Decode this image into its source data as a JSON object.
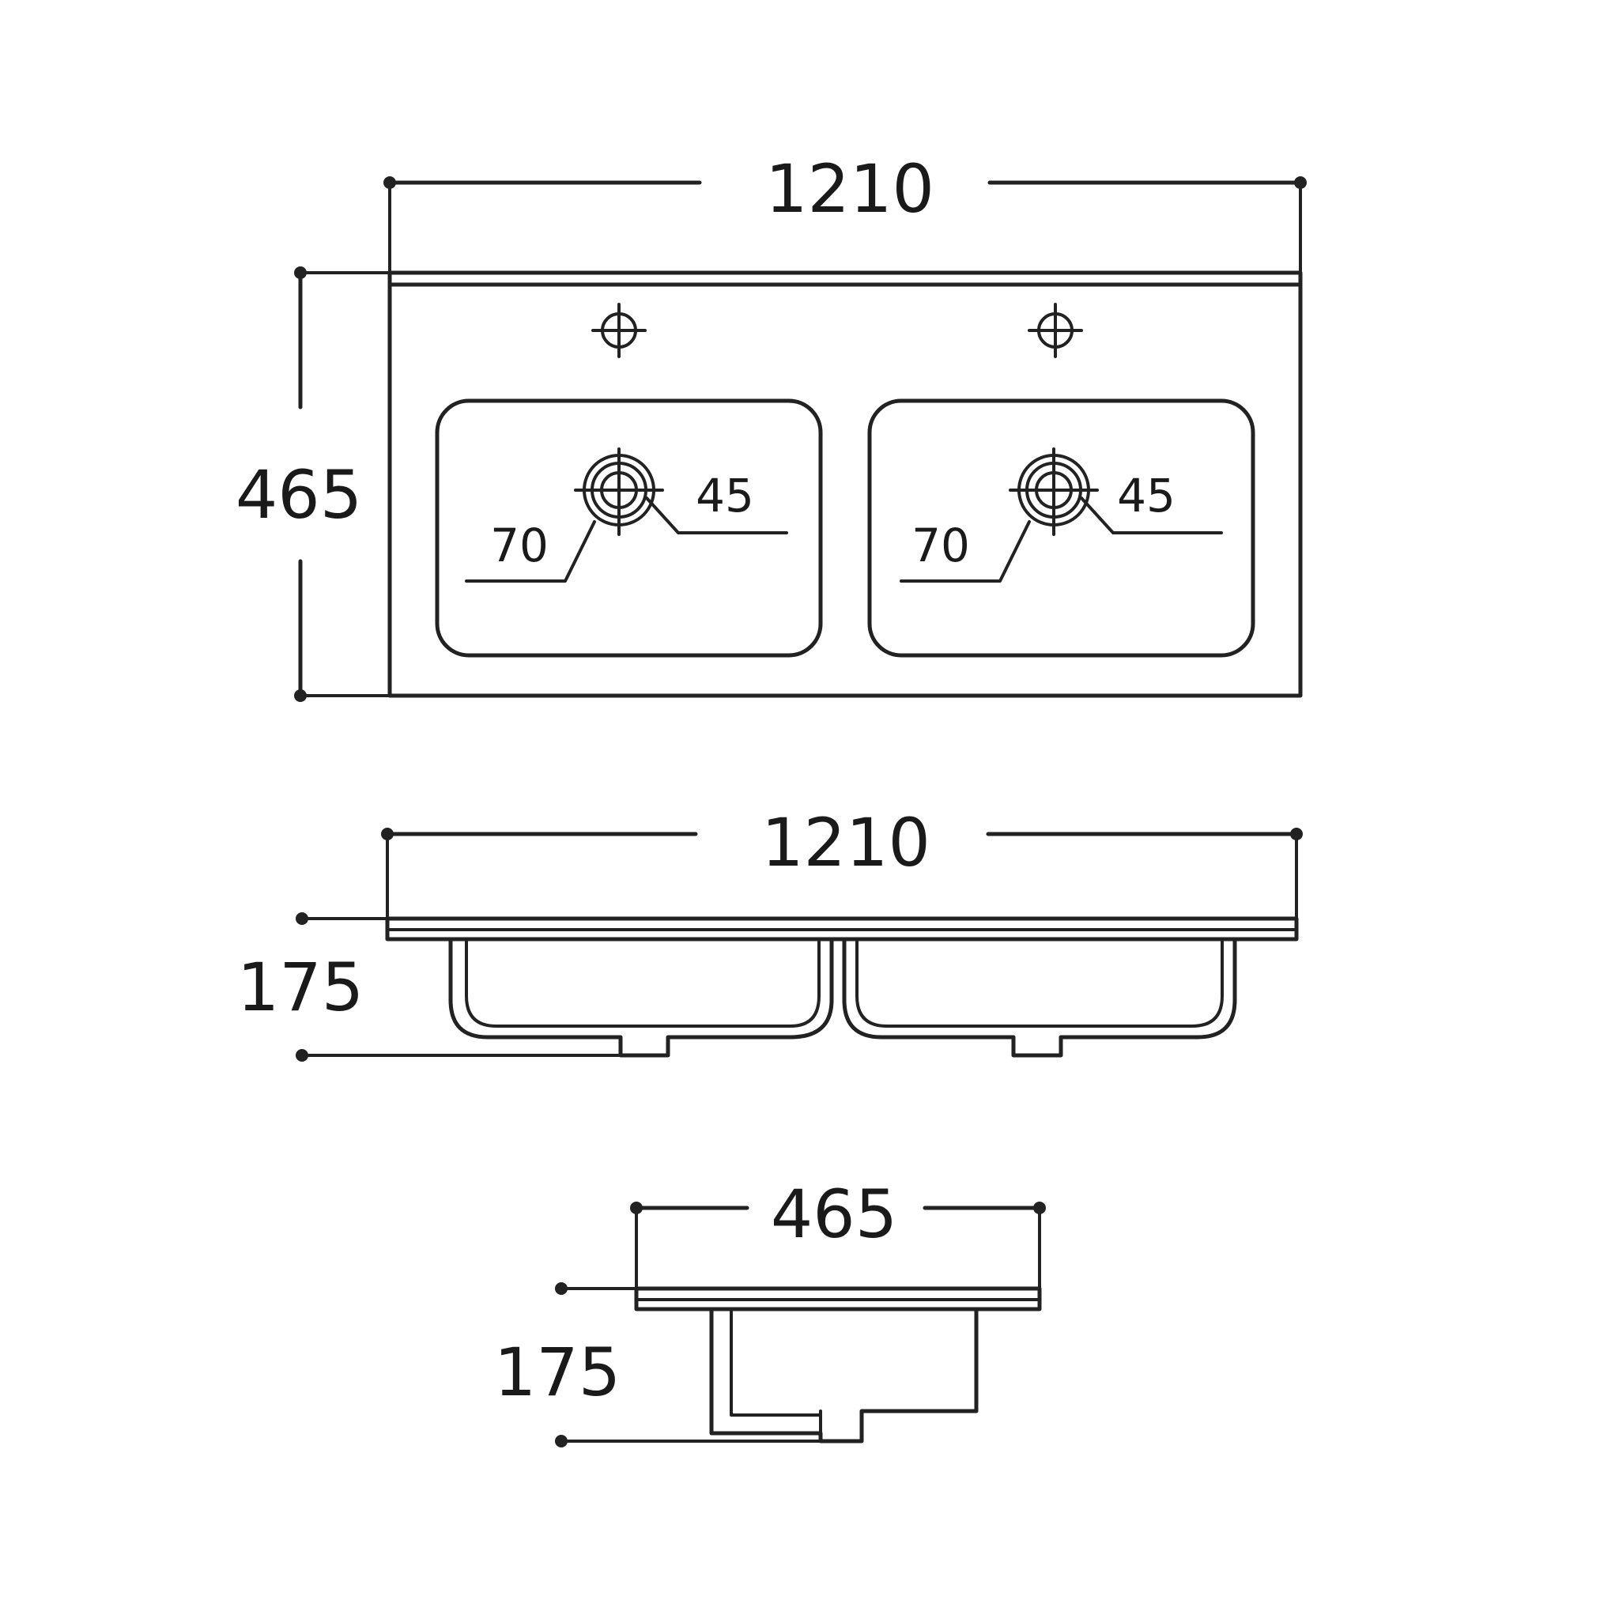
{
  "plan_view": {
    "width_label": "1210",
    "depth_label": "465",
    "basins": [
      {
        "overflow_label": "70",
        "drain_label": "45"
      },
      {
        "overflow_label": "70",
        "drain_label": "45"
      }
    ]
  },
  "front_view": {
    "width_label": "1210",
    "height_label": "175"
  },
  "side_view": {
    "width_label": "465",
    "height_label": "175"
  },
  "colors": {
    "line": "#222222",
    "background": "#ffffff"
  }
}
